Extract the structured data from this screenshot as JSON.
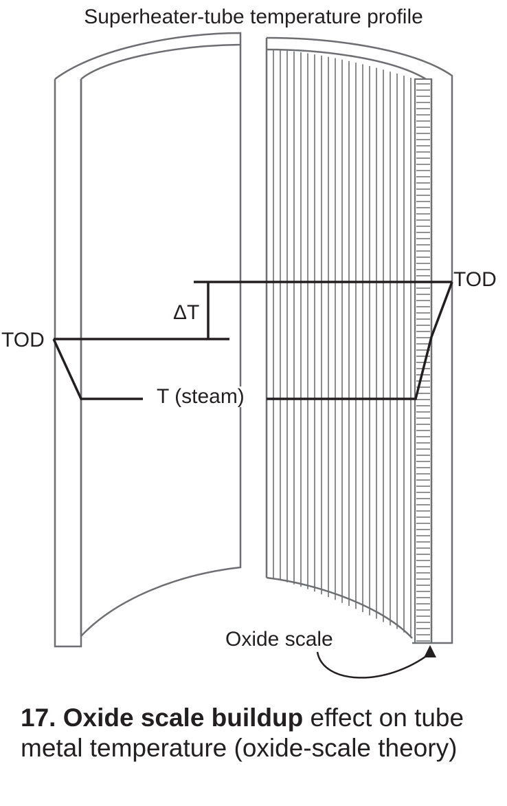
{
  "title": "Superheater-tube temperature profile",
  "labels": {
    "tod_left": "TOD",
    "tod_right": "TOD",
    "delta_t": "ΔT",
    "t_steam": "T (steam)",
    "oxide_scale": "Oxide scale"
  },
  "caption": {
    "number": "17.",
    "bold": "Oxide scale buildup",
    "rest": "effect on tube metal temperature (oxide-scale theory)"
  }
}
